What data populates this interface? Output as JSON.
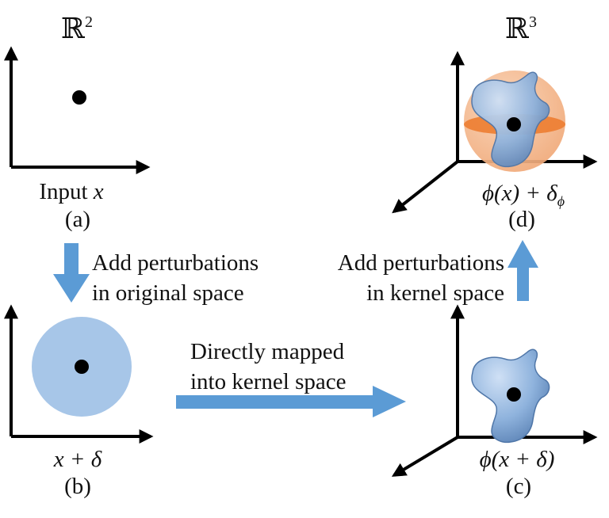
{
  "spaces": {
    "r2": {
      "symbol": "ℝ",
      "exponent": "2"
    },
    "r3": {
      "symbol": "ℝ",
      "exponent": "3"
    }
  },
  "panels": {
    "a": {
      "caption_text": "Input",
      "caption_var": "x",
      "tag": "(a)"
    },
    "b": {
      "caption_math": "x + δ",
      "tag": "(b)"
    },
    "c": {
      "caption_math": "ϕ(x + δ)",
      "tag": "(c)"
    },
    "d": {
      "caption_math": "ϕ(x) + δ",
      "caption_sub": "ϕ",
      "tag": "(d)"
    }
  },
  "arrows": {
    "a_to_b": {
      "line1": "Add perturbations",
      "line2": "in original space"
    },
    "b_to_c": {
      "line1": "Directly mapped",
      "line2": "into kernel space"
    },
    "c_to_d": {
      "line1": "Add perturbations",
      "line2": "in kernel space"
    }
  },
  "colors": {
    "axis": "#000000",
    "arrow_blue": "#5b9bd5",
    "perturbation_disk": "#a7c6e8",
    "blob": "#8aaed8",
    "orange_sphere": "#f4b183",
    "orange_band": "#ed7d31"
  }
}
